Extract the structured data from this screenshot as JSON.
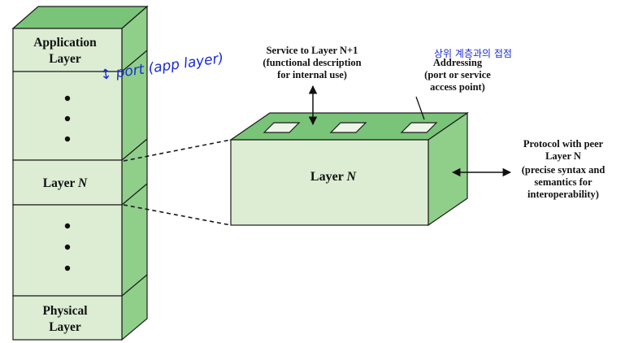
{
  "stack": {
    "top_label": [
      "Application",
      "Layer"
    ],
    "middle_label_word": "Layer",
    "middle_label_var": "N",
    "bottom_label": [
      "Physical",
      "Layer"
    ]
  },
  "box": {
    "label_word": "Layer",
    "label_var": "N"
  },
  "annotations": {
    "service": [
      "Service to Layer N+1",
      "(functional description",
      "for internal use)"
    ],
    "addressing": [
      "Addressing",
      "(port or service",
      "access point)"
    ],
    "protocol": [
      "Protocol with peer",
      "Layer N",
      "(precise syntax and",
      "semantics for",
      "interoperability)"
    ]
  },
  "handwritten": {
    "port_note": "↕ port (app layer)",
    "korean_note": "상위 계층과의 접점"
  },
  "colors": {
    "front_fill": "#dcedd3",
    "side_fill": "#8fcf8a",
    "top_fill": "#79c478",
    "stroke": "#1a1a1a",
    "ink": "#1b2ad6"
  }
}
